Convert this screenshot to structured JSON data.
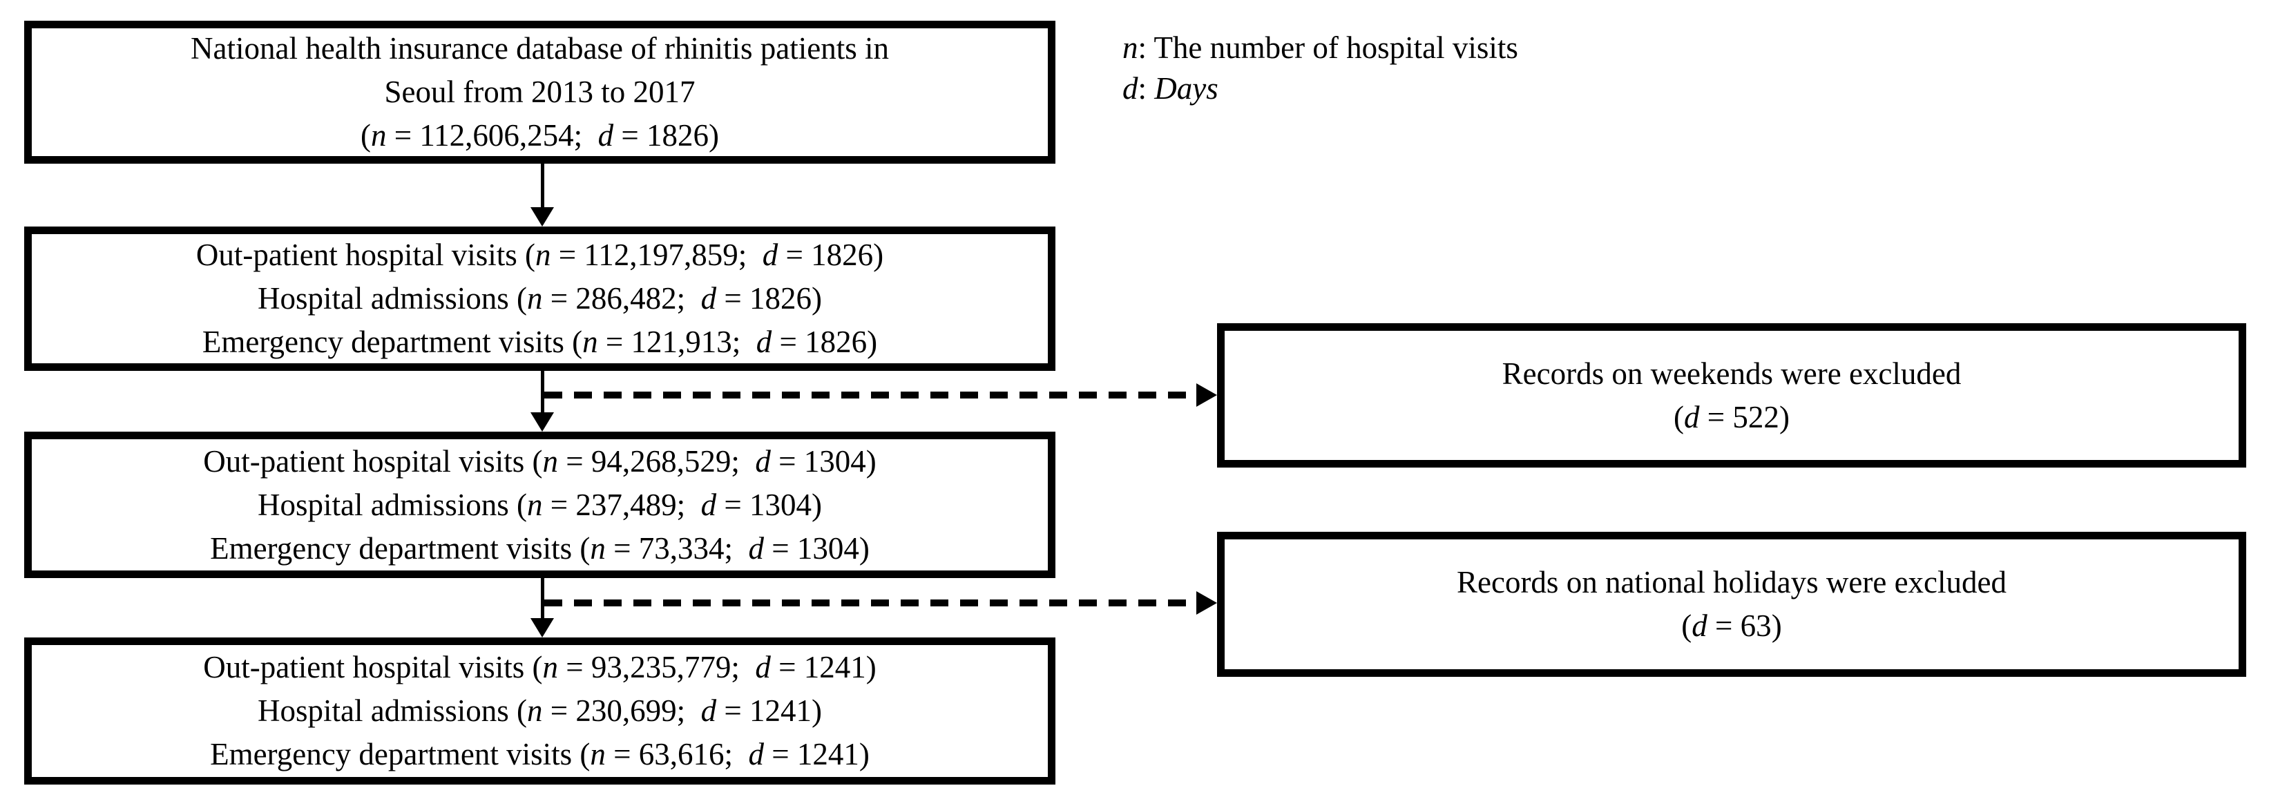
{
  "page": {
    "background_color": "#ffffff",
    "line_color": "#000000"
  },
  "symbols": {
    "n": "n",
    "d": "d"
  },
  "format": {
    "open": "(",
    "close": ")",
    "eq": " = ",
    "sep": ";"
  },
  "legend": {
    "n_symbol": "n",
    "n_text": ": The number of hospital visits",
    "d_symbol": "d",
    "d_colon": ": ",
    "d_text": "Days"
  },
  "flow_boxes": [
    {
      "name": "source-database",
      "lines": [
        {
          "text": "National health insurance database of rhinitis patients in"
        },
        {
          "text": "Seoul from 2013 to 2017"
        },
        {
          "n": "112,606,254",
          "d": "1826"
        }
      ]
    },
    {
      "name": "all-records",
      "lines": [
        {
          "text": "Out-patient hospital visits",
          "n": "112,197,859",
          "d": "1826"
        },
        {
          "text": "Hospital admissions",
          "n": "286,482",
          "d": "1826"
        },
        {
          "text": "Emergency department visits",
          "n": "121,913",
          "d": "1826"
        }
      ]
    },
    {
      "name": "after-weekend-exclusion",
      "lines": [
        {
          "text": "Out-patient hospital visits",
          "n": "94,268,529",
          "d": "1304"
        },
        {
          "text": "Hospital admissions",
          "n": "237,489",
          "d": "1304"
        },
        {
          "text": "Emergency department visits",
          "n": "73,334",
          "d": "1304"
        }
      ]
    },
    {
      "name": "after-holiday-exclusion",
      "lines": [
        {
          "text": "Out-patient hospital visits",
          "n": "93,235,779",
          "d": "1241"
        },
        {
          "text": "Hospital admissions",
          "n": "230,699",
          "d": "1241"
        },
        {
          "text": "Emergency department visits",
          "n": "63,616",
          "d": "1241"
        }
      ]
    }
  ],
  "exclusion_boxes": [
    {
      "name": "weekend-exclusion",
      "lines": [
        {
          "text": "Records on weekends were excluded"
        },
        {
          "d": "522"
        }
      ]
    },
    {
      "name": "holiday-exclusion",
      "lines": [
        {
          "text": "Records on national holidays were excluded"
        },
        {
          "d": "63"
        }
      ]
    }
  ]
}
